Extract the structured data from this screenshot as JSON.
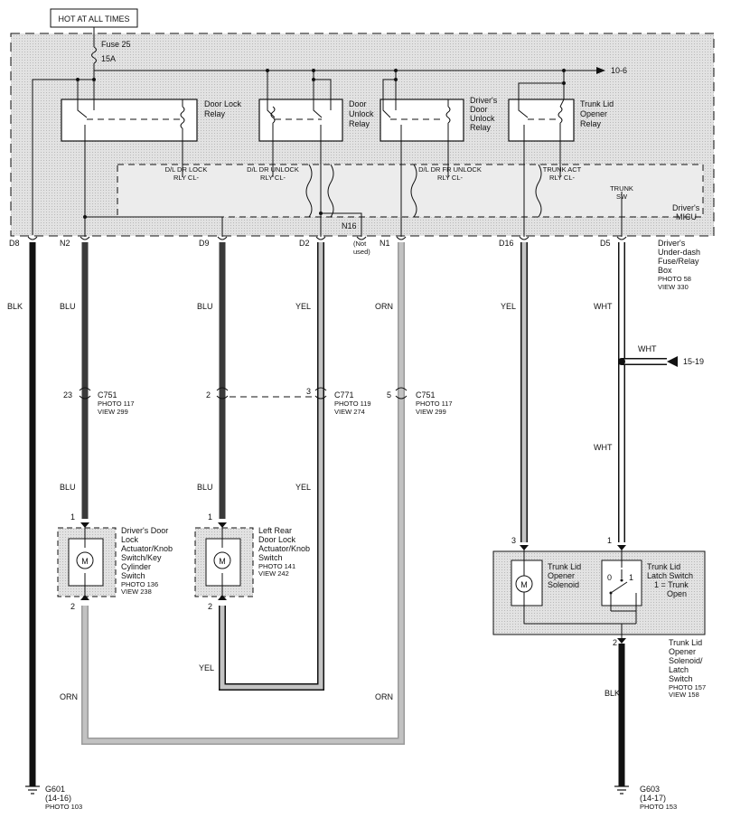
{
  "header": {
    "hot_label": "HOT AT ALL TIMES"
  },
  "fuse": {
    "name": "Fuse 25",
    "rating": "15A"
  },
  "ref_top": "10-6",
  "relays": {
    "door_lock": [
      "Door Lock",
      "Relay"
    ],
    "door_unlock": [
      "Door",
      "Unlock",
      "Relay"
    ],
    "driver_unlock": [
      "Driver's",
      "Door",
      "Unlock",
      "Relay"
    ],
    "trunk_opener": [
      "Trunk Lid",
      "Opener",
      "Relay"
    ]
  },
  "micu_circuits": {
    "lock": [
      "D/L DR LOCK",
      "RLY CL-"
    ],
    "unlock": [
      "D/L DR UNLOCK",
      "RLY CL-"
    ],
    "fr_unlock": [
      "D/L DR FR UNLOCK",
      "RLY CL-"
    ],
    "trunk_act": [
      "TRUNK ACT",
      "RLY CL-"
    ],
    "trunk_sw": [
      "TRUNK",
      "SW"
    ]
  },
  "micu_label": [
    "Driver's",
    "MICU"
  ],
  "fuse_box_label": [
    "Driver's",
    "Under-dash",
    "Fuse/Relay",
    "Box",
    "PHOTO 58",
    "VIEW 330"
  ],
  "terminals": {
    "d8": "D8",
    "n2": "N2",
    "d9": "D9",
    "d2": "D2",
    "n1": "N1",
    "d16": "D16",
    "d5": "D5",
    "n16": "N16",
    "n16_note": [
      "(Not",
      "used)"
    ]
  },
  "wire_colors": {
    "blk": "BLK",
    "blu": "BLU",
    "yel": "YEL",
    "orn": "ORN",
    "wht": "WHT"
  },
  "splice": {
    "color": "WHT",
    "ref": "15-19"
  },
  "connectors": {
    "c751_left": {
      "pin": "23",
      "name": "C751",
      "photo": "PHOTO 117",
      "view": "VIEW 299"
    },
    "c771": {
      "pin_left": "2",
      "pin_right": "3",
      "name": "C771",
      "photo": "PHOTO 119",
      "view": "VIEW 274"
    },
    "c751_right": {
      "pin": "5",
      "name": "C751",
      "photo": "PHOTO 117",
      "view": "VIEW 299"
    }
  },
  "actuators": {
    "driver": {
      "pin_top": "1",
      "pin_bottom": "2",
      "label": [
        "Driver's Door",
        "Lock",
        "Actuator/Knob",
        "Switch/Key",
        "Cylinder",
        "Switch"
      ],
      "photo": "PHOTO 136",
      "view": "VIEW 238"
    },
    "left_rear": {
      "pin_top": "1",
      "pin_bottom": "2",
      "label": [
        "Left Rear",
        "Door Lock",
        "Actuator/Knob",
        "Switch"
      ],
      "photo": "PHOTO 141",
      "view": "VIEW 242"
    }
  },
  "trunk_unit": {
    "pin_solenoid": "3",
    "pin_switch": "1",
    "pin_ground": "2",
    "solenoid_label": [
      "Trunk Lid",
      "Opener",
      "Solenoid"
    ],
    "switch_label": [
      "Trunk Lid",
      "Latch Switch",
      "1 = Trunk",
      "Open"
    ],
    "switch_positions": [
      "0",
      "1"
    ],
    "unit_label": [
      "Trunk Lid",
      "Opener",
      "Solenoid/",
      "Latch",
      "Switch"
    ],
    "photo": "PHOTO 157",
    "view": "VIEW 158"
  },
  "grounds": {
    "g601": {
      "name": "G601",
      "ref": "(14-16)",
      "photo": "PHOTO 103"
    },
    "g603": {
      "name": "G603",
      "ref": "(14-17)",
      "photo": "PHOTO 153"
    }
  },
  "motor_symbol": "M",
  "colors": {
    "blk": "#111111",
    "blu": "#444444",
    "yel": "#bdbdbd",
    "orn": "#a8a8a8",
    "wht": "#ffffff",
    "shade": "#d6d6d6"
  }
}
